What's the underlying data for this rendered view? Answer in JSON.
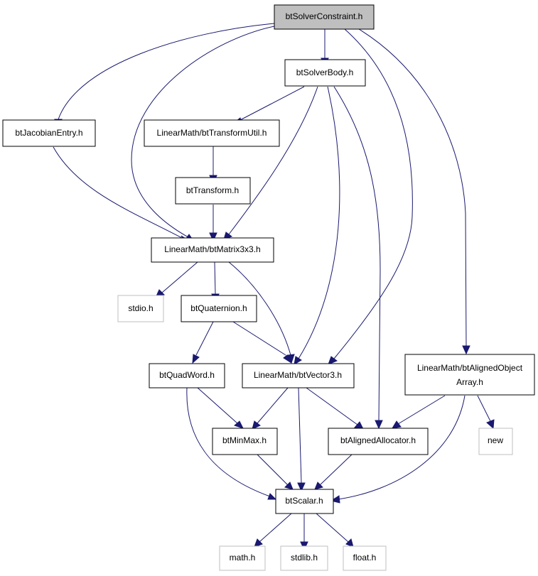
{
  "nodes": {
    "btSolverConstraint": "btSolverConstraint.h",
    "btSolverBody": "btSolverBody.h",
    "btJacobianEntry": "btJacobianEntry.h",
    "btTransformUtil": "LinearMath/btTransformUtil.h",
    "btTransform": "btTransform.h",
    "btMatrix3x3": "LinearMath/btMatrix3x3.h",
    "stdio": "stdio.h",
    "btQuaternion": "btQuaternion.h",
    "btQuadWord": "btQuadWord.h",
    "btVector3": "LinearMath/btVector3.h",
    "btAlignedObjectArray_line1": "LinearMath/btAlignedObject",
    "btAlignedObjectArray_line2": "Array.h",
    "btMinMax": "btMinMax.h",
    "btAlignedAllocator": "btAlignedAllocator.h",
    "new": "new",
    "btScalar": "btScalar.h",
    "math": "math.h",
    "stdlib": "stdlib.h",
    "float": "float.h"
  },
  "colors": {
    "edge": "#191970",
    "root_fill": "#bfbfbf",
    "external_border": "#bfbfbf",
    "node_border": "#000000"
  }
}
